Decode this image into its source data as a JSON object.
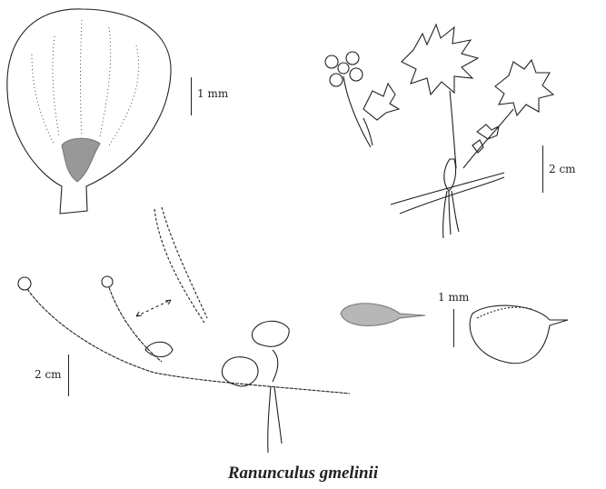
{
  "title": "Ranunculus gmelinii",
  "scales": {
    "petal": "1 mm",
    "upper_plant": "2 cm",
    "achene": "1 mm",
    "lower_plant": "2 cm"
  }
}
